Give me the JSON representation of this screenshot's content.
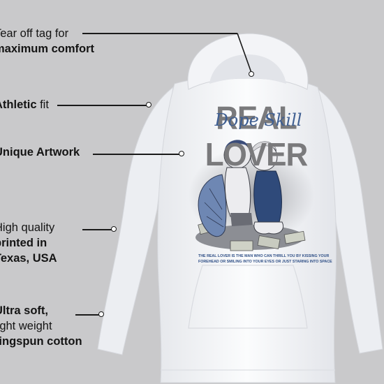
{
  "callouts": {
    "tag": {
      "line1": "Tear off tag for",
      "line2": "maximum comfort"
    },
    "fit": {
      "bold": "Athletic",
      "rest": " fit"
    },
    "artwork": {
      "text": "Unique Artwork"
    },
    "print": {
      "line1": "High quality",
      "line2": "printed in",
      "line3": "Texas, USA"
    },
    "fabric": {
      "line1": "Ultra soft,",
      "line2": "light weight",
      "line3": "ringspun cotton"
    }
  },
  "graphic": {
    "headline": "REAL LOVER",
    "script": "Dope Skill",
    "caption1": "THE REAL LOVER IS THE MAN WHO CAN THRILL YOU BY KISSING YOUR",
    "caption2": "FOREHEAD OR SMILING INTO YOUR EYES OR JUST STARING INTO SPACE"
  },
  "colors": {
    "background": "#c9c9cb",
    "hoodie": "#f6f7f9",
    "headline": "#7a7a7c",
    "script": "#3f5f92",
    "caption": "#2f4f86",
    "navy": "#2f4a7a"
  }
}
